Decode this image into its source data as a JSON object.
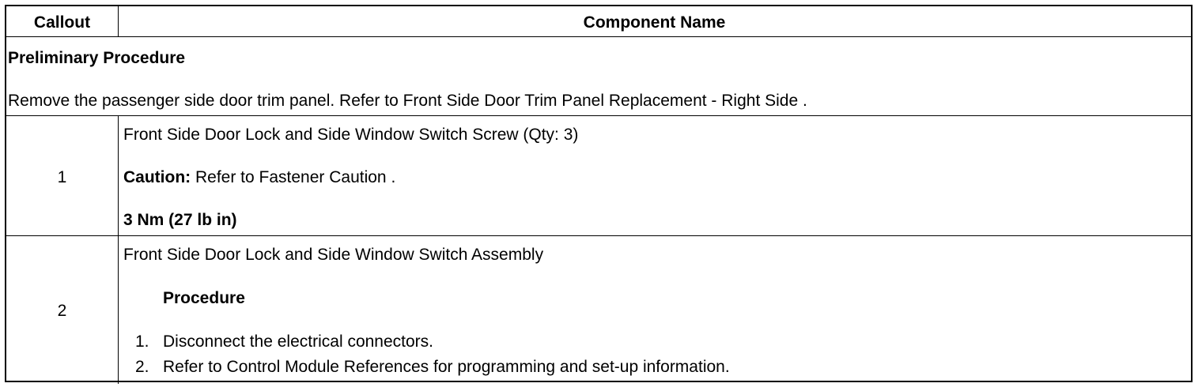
{
  "header": {
    "callout": "Callout",
    "component_name": "Component Name"
  },
  "preliminary": {
    "title": "Preliminary Procedure",
    "text": "Remove the passenger side door trim panel. Refer to Front Side Door Trim Panel Replacement - Right Side ."
  },
  "rows": [
    {
      "callout": "1",
      "name": "Front Side Door Lock and Side Window Switch Screw (Qty: 3)",
      "caution_label": "Caution:",
      "caution_text": " Refer to Fastener Caution .",
      "torque": "3 Nm (27 lb in)"
    },
    {
      "callout": "2",
      "name": "Front Side Door Lock and Side Window Switch Assembly",
      "procedure_title": "Procedure",
      "steps": [
        {
          "num": "1.",
          "text": "Disconnect the electrical connectors."
        },
        {
          "num": "2.",
          "text": "Refer to Control Module References for programming and set-up information."
        }
      ]
    }
  ]
}
